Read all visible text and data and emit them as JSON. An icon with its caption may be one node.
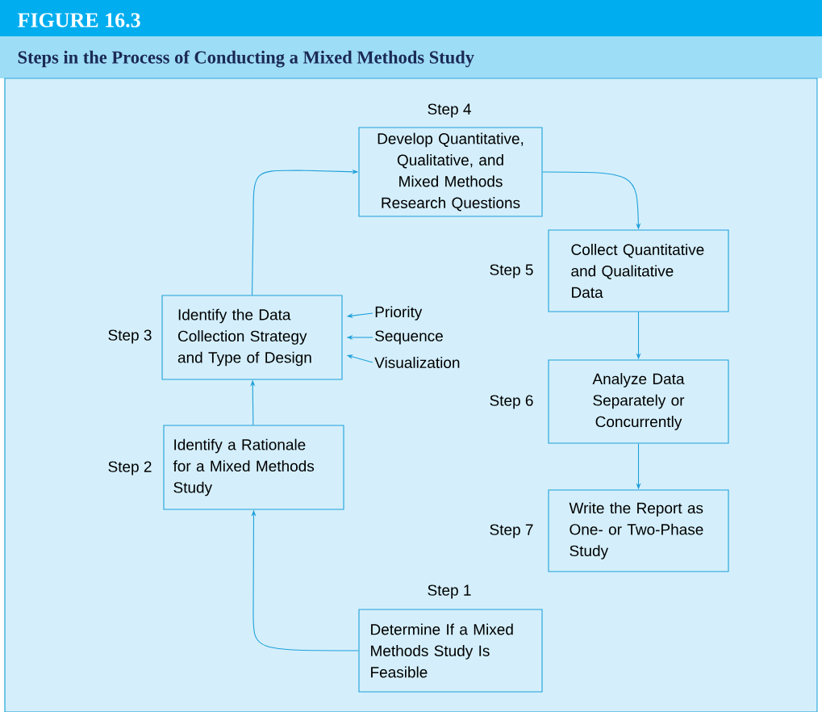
{
  "diagram": {
    "title": "Steps in the Process of Conducting a Mixed Methods Study",
    "nodes": [
      {
        "text": [
          "Determine If a Mixed Methods Study Is Feasible"
        ],
        "beside": [
          "Step 1"
        ]
      },
      {
        "text": [
          "Identify a Rationale for a Mixed Methods Study"
        ],
        "beside": [
          "Step 2"
        ]
      },
      {
        "text": [
          "Identify the Data Collection Strategy and Type of Design"
        ],
        "beside": [
          "Step 3"
        ]
      },
      {
        "text": [
          "Develop Quantitative, Qualitative, and Mixed Methods Research Questions"
        ],
        "beside": [
          "Step 4"
        ]
      },
      {
        "text": [
          "Collect Quantitative and Qualitative Data"
        ],
        "beside": [
          "Step 5"
        ]
      },
      {
        "text": [
          "Analyze Data Separately or Concurrently"
        ],
        "beside": [
          "Step 6"
        ]
      },
      {
        "text": [
          "Write the Report as One- or Two-Phase Study"
        ],
        "beside": [
          "Step 7"
        ]
      },
      {
        "text": [
          "Priority"
        ]
      },
      {
        "text": [
          "Sequence"
        ]
      },
      {
        "text": [
          "Visualization"
        ]
      }
    ],
    "edges": [
      {
        "from": 0,
        "to": 1,
        "arrow": "to"
      },
      {
        "from": 1,
        "to": 2,
        "arrow": "to"
      },
      {
        "from": 2,
        "to": 3,
        "arrow": "to"
      },
      {
        "from": 3,
        "to": 4,
        "arrow": "to"
      },
      {
        "from": 4,
        "to": 5,
        "arrow": "to"
      },
      {
        "from": 5,
        "to": 6,
        "arrow": "to"
      },
      {
        "from": 7,
        "to": 2,
        "arrow": "to"
      },
      {
        "from": 8,
        "to": 2,
        "arrow": "to"
      },
      {
        "from": 9,
        "to": 2,
        "arrow": "to"
      }
    ],
    "labels": [
      "FIGURE 16.3"
    ]
  }
}
